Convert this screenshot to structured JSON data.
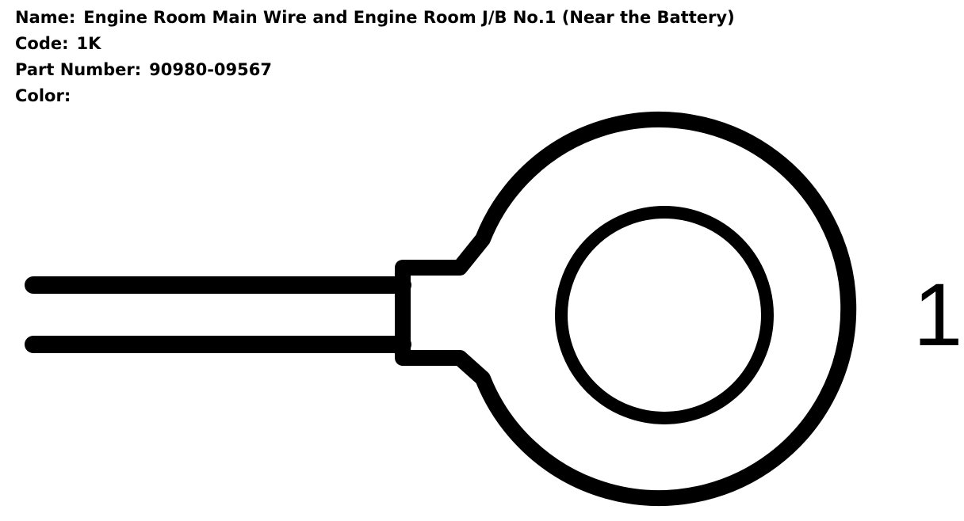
{
  "header": {
    "name_label": "Name:",
    "name_value": "Engine Room Main Wire and Engine Room J/B No.1 (Near the Battery)",
    "code_label": "Code:",
    "code_value": "1K",
    "part_label": "Part Number:",
    "part_value": "90980-09567",
    "color_label": "Color:",
    "color_value": ""
  },
  "diagram": {
    "terminal_label": "1",
    "line_color": "#000000",
    "background_color": "#ffffff"
  }
}
